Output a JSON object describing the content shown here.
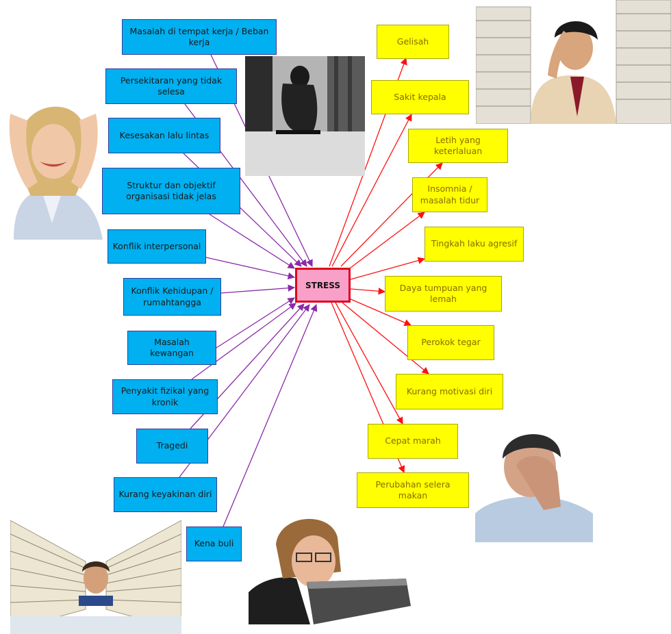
{
  "center": "STRESS",
  "colors": {
    "cause_fill": "#00b0f0",
    "effect_fill": "#ffff00",
    "center_fill": "#f8a0c8",
    "center_border": "#e0001a",
    "cause_arrow": "#8a2aa8",
    "effect_arrow": "#ff1010"
  },
  "causes": [
    "Masalah di tempat kerja / Beban kerja",
    "Persekitaran yang tidak selesa",
    "Kesesakan lalu lintas",
    "Struktur dan objektif organisasi tidak jelas",
    "Konflik interpersonal",
    "Konflik Kehidupan / rumahtangga",
    "Masalah kewangan",
    "Penyakit fizikal yang kronik",
    "Tragedi",
    "Kurang keyakinan diri",
    "Kena buli"
  ],
  "effects": [
    "Gelisah",
    "Sakit kepala",
    "Letih yang keterlaluan",
    "Insomnia / masalah tidur",
    "Tingkah laku agresif",
    "Daya tumpuan yang lemah",
    "Perokok tegar",
    "Kurang motivasi diri",
    "Cepat marah",
    "Perubahan selera makan"
  ],
  "photos": [
    "woman-holding-head-photo",
    "person-sitting-in-corridor-photo",
    "man-with-paper-stacks-photo",
    "man-hand-on-face-photo",
    "woman-biting-laptop-photo",
    "man-buried-in-files-photo"
  ]
}
